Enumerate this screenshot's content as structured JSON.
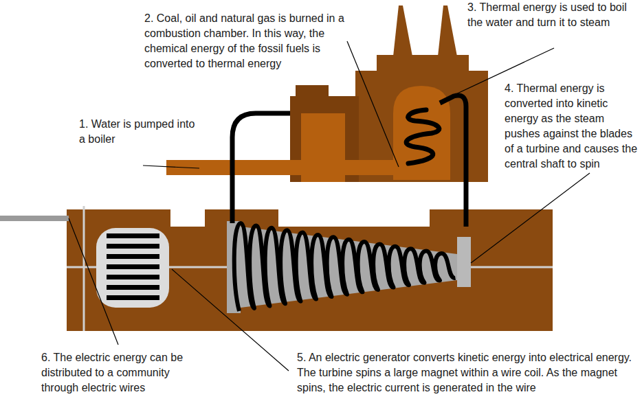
{
  "diagram": {
    "labels": [
      "1. Water is pumped into a boiler",
      "2. Coal, oil and natural gas is burned in a combustion chamber. In this way, the chemical energy of the fossil fuels is converted to thermal energy",
      "3. Thermal energy is used to boil the water and turn it to steam",
      "4. Thermal energy is converted into kinetic energy as the steam pushes against the blades of a turbine and causes the central shaft to spin",
      "5. An electric generator converts kinetic energy into electrical energy. The turbine spins a large magnet within a wire coil. As the magnet spins, the electric current is generated in the wire",
      "6. The electric energy can be distributed to a community through electric wires"
    ]
  }
}
